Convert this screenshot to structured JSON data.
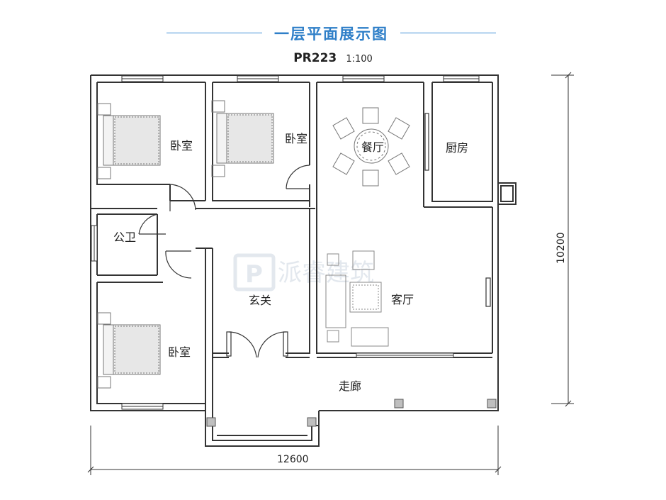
{
  "header": {
    "title": "一层平面展示图",
    "plan_code": "PR223",
    "scale": "1:100"
  },
  "rooms": {
    "bedroom_top_left": "卧室",
    "bedroom_top_mid": "卧室",
    "dining": "餐厅",
    "kitchen": "厨房",
    "bathroom": "公卫",
    "foyer": "玄关",
    "living": "客厅",
    "bedroom_bottom_left": "卧室",
    "corridor": "走廊"
  },
  "dimensions": {
    "width": "12600",
    "depth": "10200"
  },
  "watermark": {
    "logo": "P",
    "text": "派睿建筑"
  },
  "colors": {
    "accent": "#2f7fc8",
    "wall": "#333333"
  }
}
